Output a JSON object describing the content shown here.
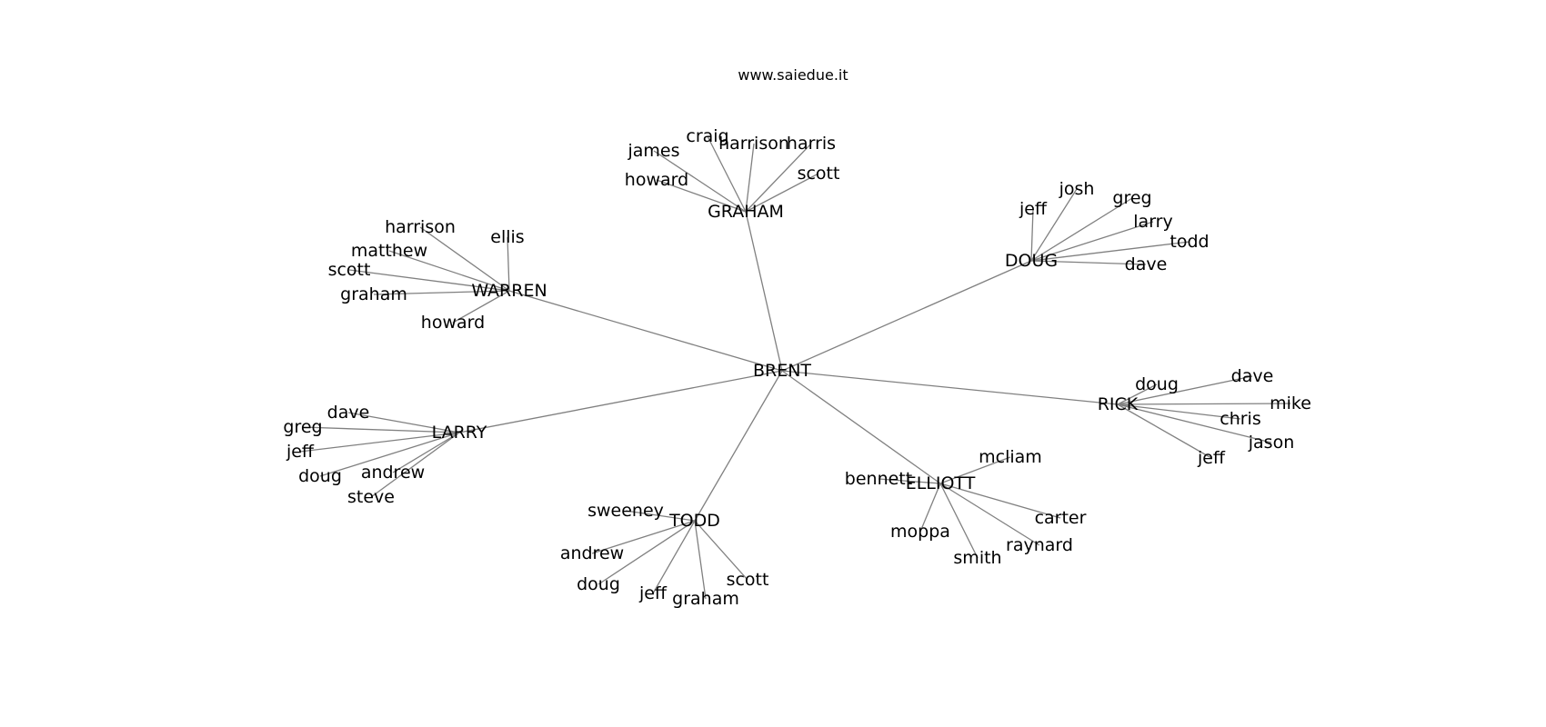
{
  "title": "www.saiedue.it",
  "colors": {
    "edge": "#808080",
    "text": "#000000",
    "background": "#ffffff"
  },
  "graph": {
    "root": "BRENT",
    "children": [
      {
        "label": "GRAHAM",
        "leaves": [
          "james",
          "craig",
          "harrison",
          "harris",
          "scott",
          "howard"
        ]
      },
      {
        "label": "DOUG",
        "leaves": [
          "jeff",
          "josh",
          "greg",
          "larry",
          "todd",
          "dave"
        ]
      },
      {
        "label": "WARREN",
        "leaves": [
          "harrison",
          "ellis",
          "matthew",
          "scott",
          "graham",
          "howard"
        ]
      },
      {
        "label": "RICK",
        "leaves": [
          "doug",
          "dave",
          "mike",
          "chris",
          "jason",
          "jeff"
        ]
      },
      {
        "label": "LARRY",
        "leaves": [
          "dave",
          "greg",
          "jeff",
          "doug",
          "andrew",
          "steve"
        ]
      },
      {
        "label": "ELLIOTT",
        "leaves": [
          "bennett",
          "mcliam",
          "carter",
          "raynard",
          "smith",
          "moppa"
        ]
      },
      {
        "label": "TODD",
        "leaves": [
          "sweeney",
          "andrew",
          "doug",
          "jeff",
          "graham",
          "scott"
        ]
      }
    ]
  }
}
